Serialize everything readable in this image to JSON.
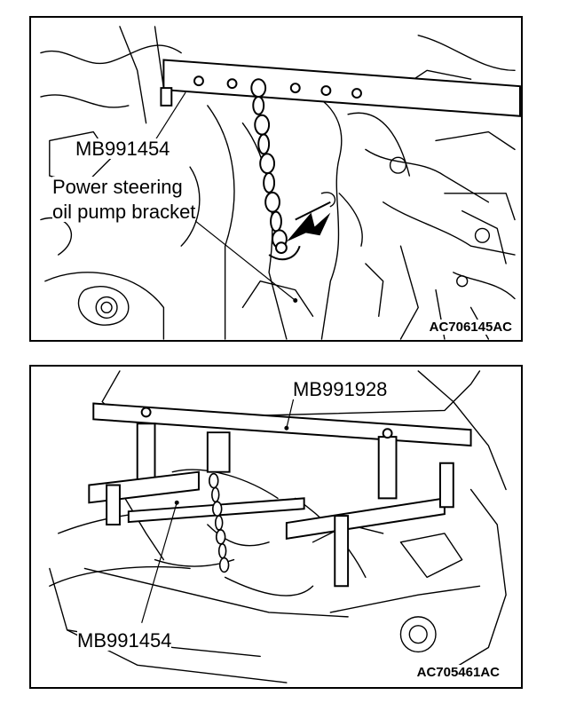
{
  "figure_top": {
    "callout_tool": "MB991454",
    "callout_bracket_line1": "Power steering",
    "callout_bracket_line2": "oil pump bracket",
    "figure_code": "AC706145AC"
  },
  "figure_bottom": {
    "callout_top_tool": "MB991928",
    "callout_bottom_tool": "MB991454",
    "figure_code": "AC705461AC"
  }
}
